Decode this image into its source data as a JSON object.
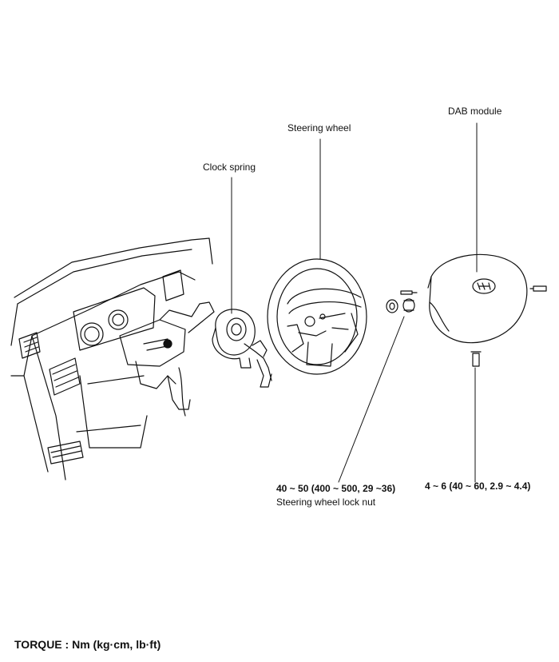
{
  "labels": {
    "dab_module": "DAB module",
    "steering_wheel": "Steering wheel",
    "clock_spring": "Clock spring",
    "lock_nut_torque": "40 ~ 50 (400 ~ 500, 29 ~36)",
    "lock_nut_name": "Steering wheel lock nut",
    "dab_bolt_torque": "4 ~ 6 (40 ~ 60, 2.9 ~ 4.4)"
  },
  "footer": {
    "torque_units": "TORQUE : Nm (kg·cm, lb·ft)"
  }
}
